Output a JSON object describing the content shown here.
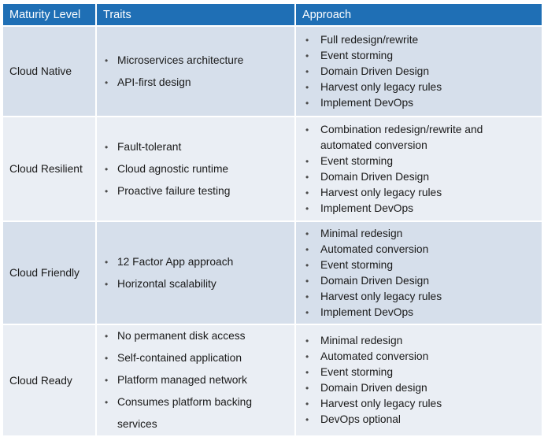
{
  "headers": {
    "level": "Maturity Level",
    "traits": "Traits",
    "approach": "Approach"
  },
  "rows": [
    {
      "level": "Cloud Native",
      "traits": [
        "Microservices architecture",
        "API-first design"
      ],
      "approach": [
        "Full redesign/rewrite",
        "Event storming",
        "Domain Driven Design",
        "Harvest only legacy rules",
        "Implement DevOps"
      ]
    },
    {
      "level": "Cloud Resilient",
      "traits": [
        "Fault-tolerant",
        "Cloud agnostic runtime",
        "Proactive failure testing"
      ],
      "approach": [
        "Combination redesign/rewrite and automated conversion",
        "Event storming",
        "Domain Driven Design",
        "Harvest only legacy rules",
        "Implement DevOps"
      ]
    },
    {
      "level": "Cloud Friendly",
      "traits": [
        "12 Factor App approach",
        "Horizontal scalability"
      ],
      "approach": [
        "Minimal redesign",
        "Automated conversion",
        "Event storming",
        "Domain Driven Design",
        "Harvest only legacy rules",
        "Implement DevOps"
      ]
    },
    {
      "level": "Cloud Ready",
      "traits": [
        "No permanent disk access",
        "Self-contained application",
        "Platform managed network",
        "Consumes platform backing services"
      ],
      "approach": [
        "Minimal redesign",
        "Automated conversion",
        "Event storming",
        "Domain Driven design",
        "Harvest only legacy rules",
        "DevOps optional"
      ]
    }
  ],
  "bullet_glyph": "•",
  "colors": {
    "header_bg": "#1f6fb5",
    "header_text": "#ffffff",
    "row_dark": "#d6dfeb",
    "row_light": "#eaeef4"
  }
}
